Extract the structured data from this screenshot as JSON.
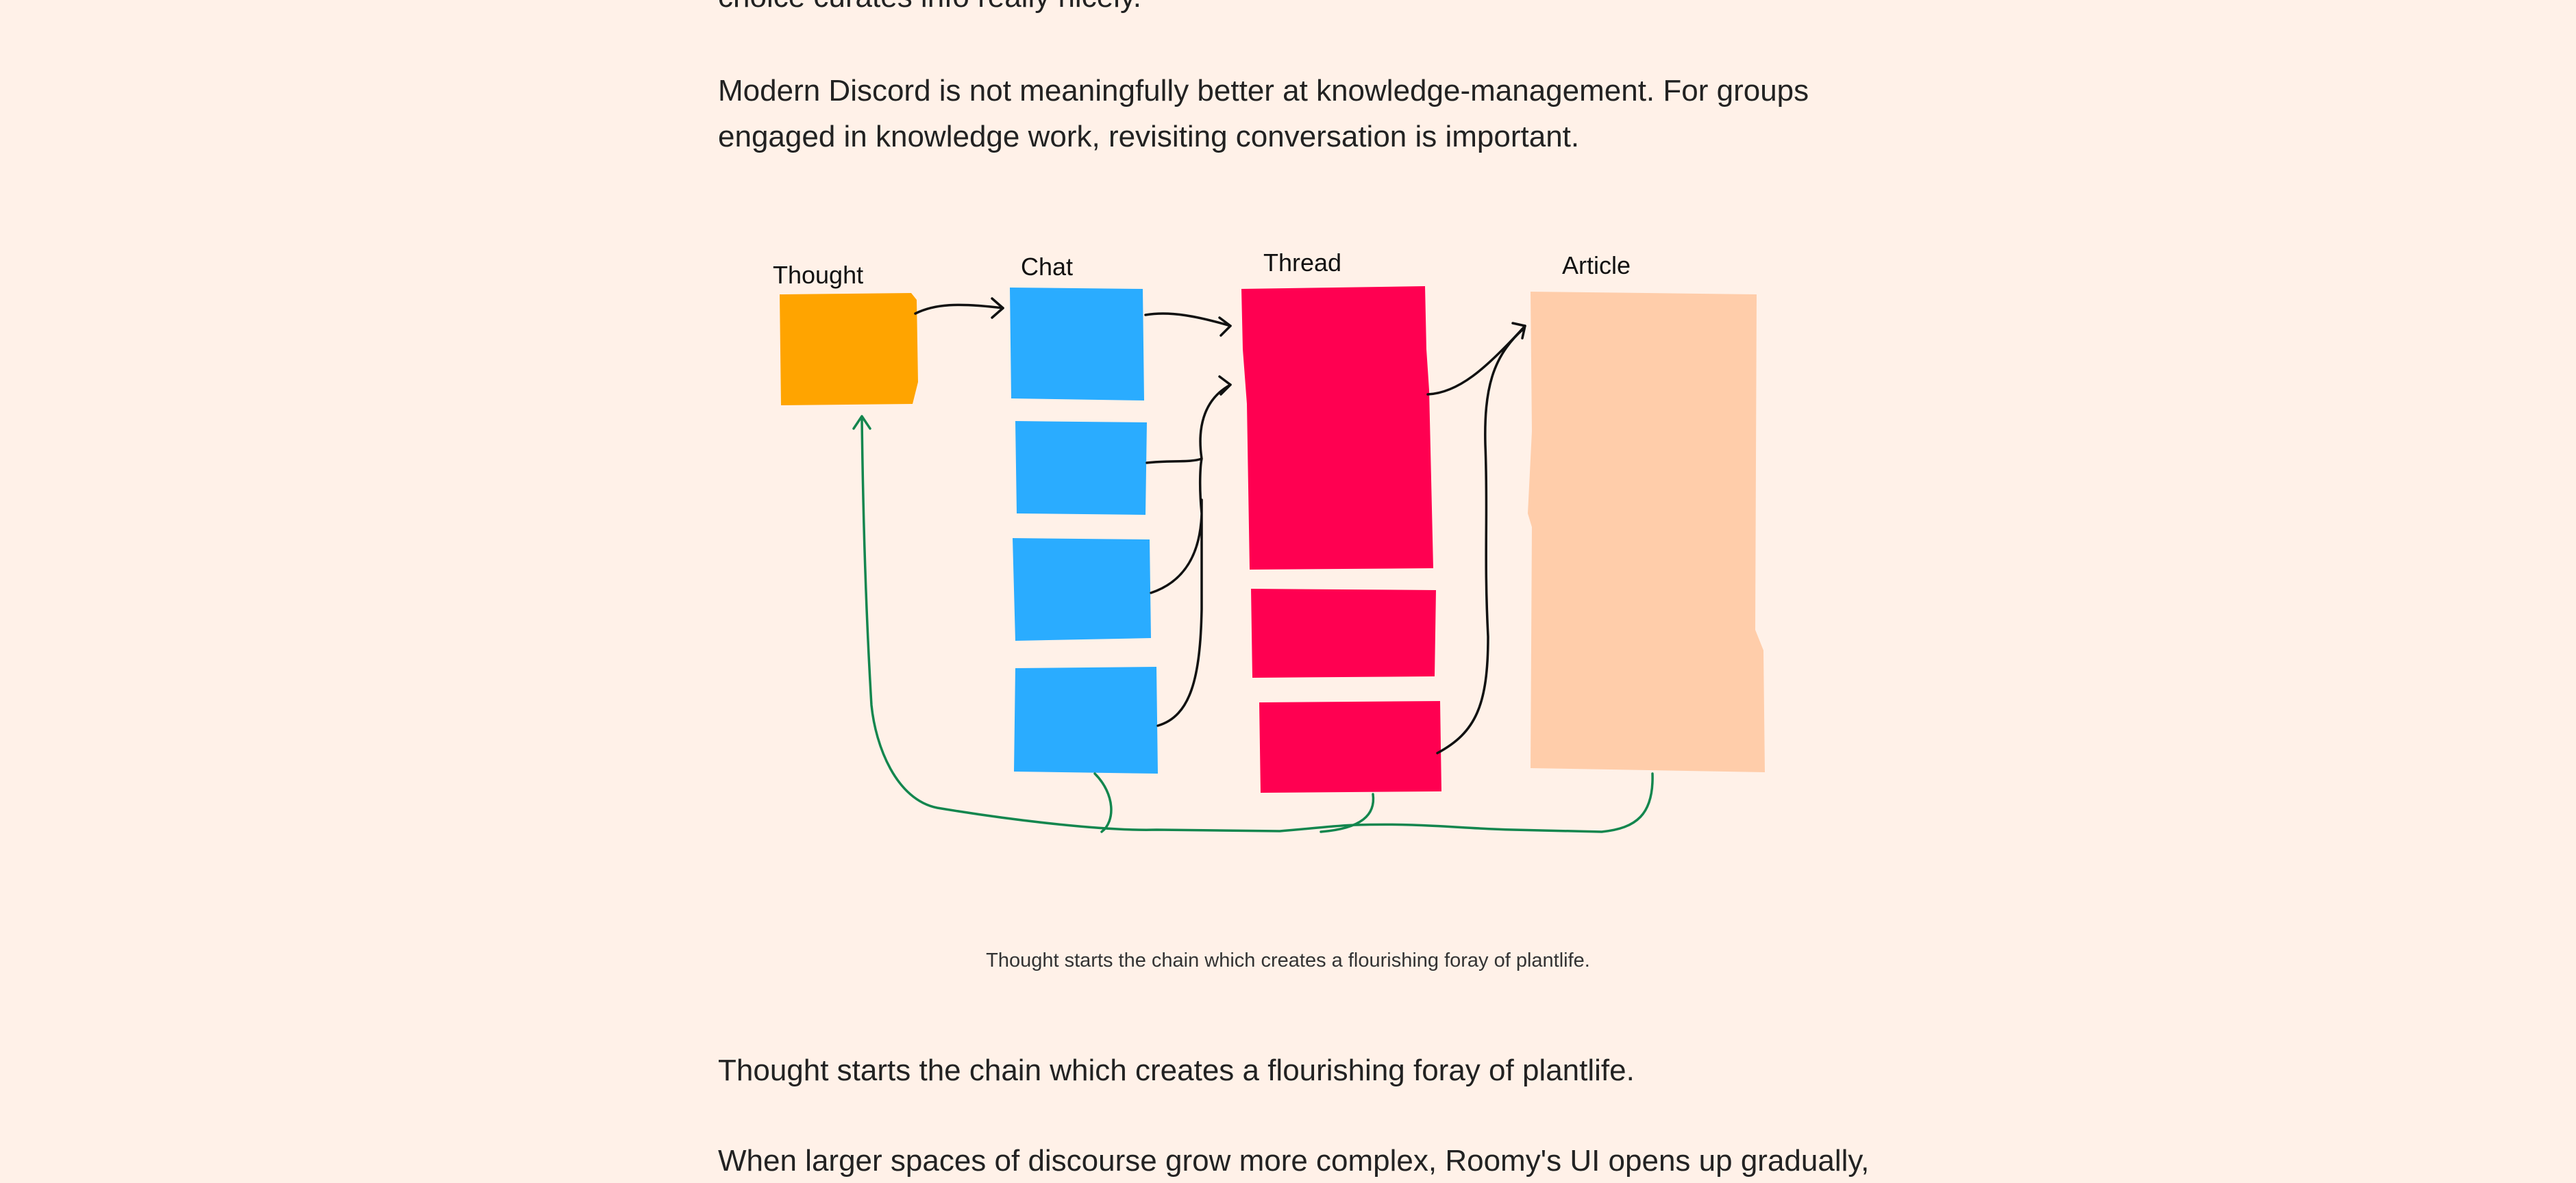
{
  "article": {
    "paragraphs": {
      "previous_fragment": "choice curates info really nicely.",
      "discord": "Modern Discord is not meaningfully better at knowledge-management. For groups",
      "discord_line2": "engaged in knowledge work, revisiting conversation is important.",
      "thought_chain": "Thought starts the chain which creates a flourishing foray of plantlife.",
      "larger_spaces": "When larger spaces of discourse grow more complex, Roomy's UI opens up gradually,"
    },
    "figure": {
      "labels": {
        "thought": "Thought",
        "chat": "Chat",
        "thread": "Thread",
        "article": "Article"
      },
      "colors": {
        "thought": "#ffa400",
        "chat": "#2aacff",
        "thread": "#ff0051",
        "article": "#ffcdaa",
        "arrows": "#111111",
        "feedback": "#13864e"
      },
      "caption": "Thought starts the chain which creates a flourishing foray of plantlife."
    }
  }
}
